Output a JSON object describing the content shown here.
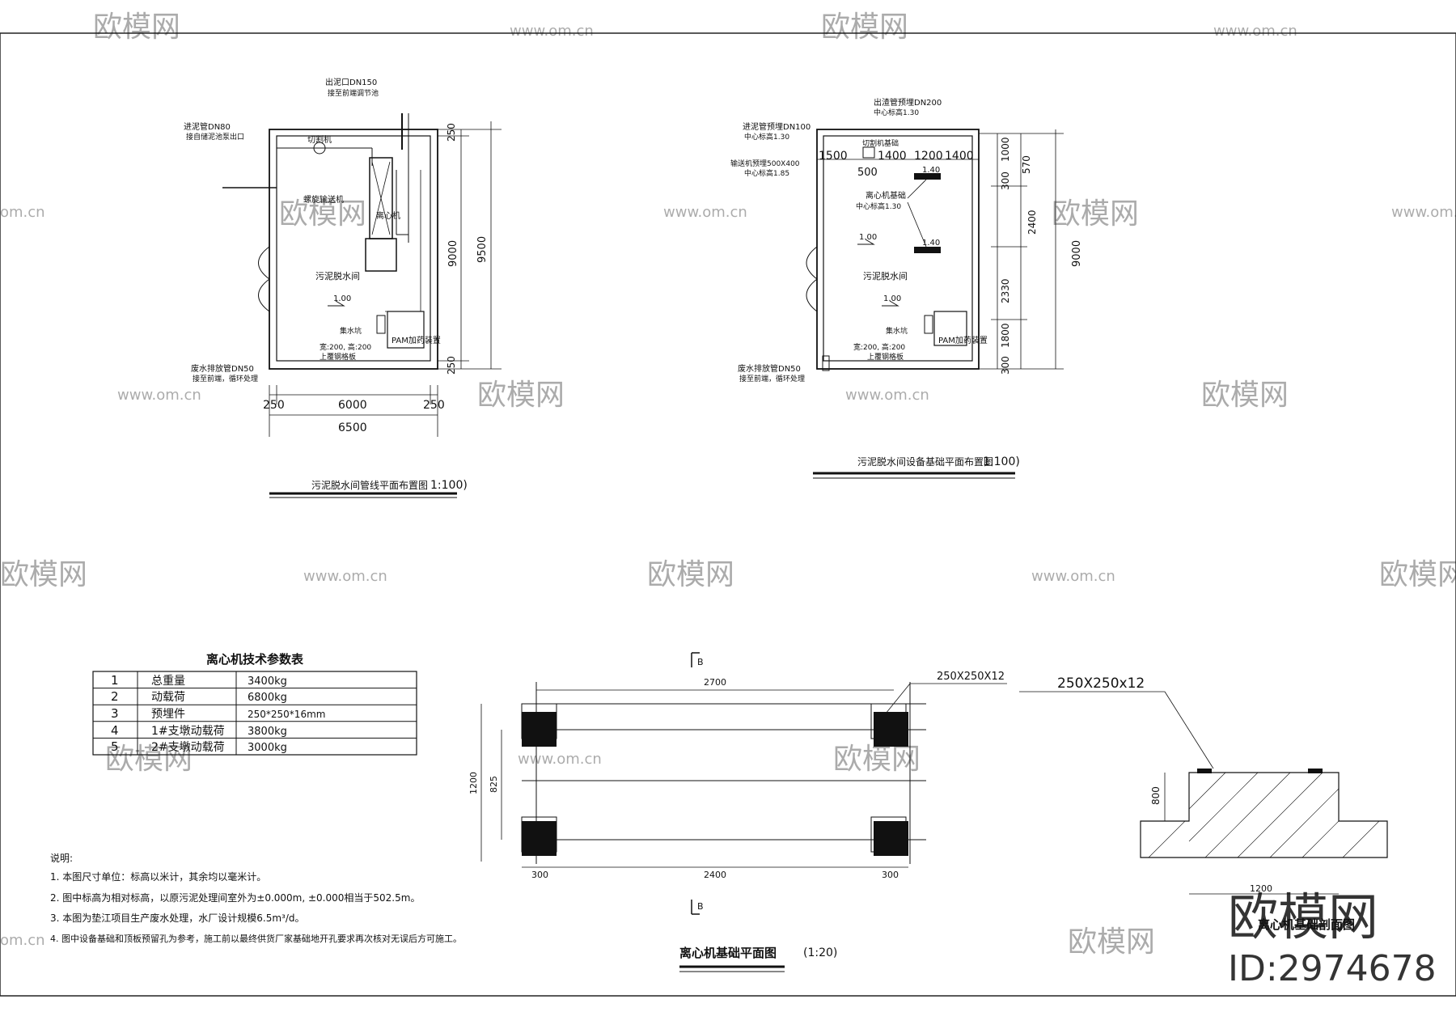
{
  "watermark": {
    "logo": "欧模网",
    "url": "www.om.cn",
    "url_short": "om.cn",
    "brand_big": "欧模网",
    "id_label": "ID:2974678"
  },
  "plan1": {
    "title": "污泥脱水间管线平面布置图",
    "scale": "1:100)",
    "notes": {
      "outlet": "出泥口DN150",
      "outlet2": "接至前端调节池",
      "inlet": "进泥管DN80",
      "inlet2": "接自储泥池泵出口",
      "cutter": "切割机",
      "screw": "螺旋输送机",
      "centrifuge": "离心机",
      "room": "污泥脱水间",
      "level": "1.00",
      "sump": "集水坑",
      "sump_dim": "宽:200, 高:200",
      "sump_cover": "上覆钢格板",
      "pam": "PAM加药装置",
      "drain": "废水排放管DN50",
      "drain2": "接至前端，循环处理"
    },
    "dims": {
      "w_left": "250",
      "w_mid": "6000",
      "w_right": "250",
      "w_total": "6500",
      "h_top": "250",
      "h_mid": "9000",
      "h_bot": "250",
      "h_total": "9500"
    }
  },
  "plan2": {
    "title": "污泥脱水间设备基础平面布置图",
    "scale": "1:100)",
    "notes": {
      "vent": "出渣管预埋DN200",
      "vent2": "中心标高1.30",
      "inlet": "进泥管预埋DN100",
      "inlet2": "中心标高1.30",
      "cutter_base": "切割机基础",
      "conveyor": "输送机预埋500X400",
      "conveyor2": "中心标高1.85",
      "centrifuge_base": "离心机基础",
      "centrifuge_base2": "中心标高1.30",
      "room": "污泥脱水间",
      "level": "1.00",
      "level2": "1.00",
      "base_h1": "1.40",
      "base_h2": "1.40",
      "sump": "集水坑",
      "sump_dim": "宽:200, 高:200",
      "sump_cover": "上覆钢格板",
      "pam": "PAM加药装置",
      "drain": "废水排放管DN50",
      "drain2": "接至前端，循环处理"
    },
    "dims": {
      "t1": "1500",
      "t2": "1400",
      "t3": "1200",
      "t4": "1400",
      "t5": "500",
      "r1": "1000",
      "r2": "300",
      "r3": "570",
      "r4": "2400",
      "r5": "2330",
      "r6": "1800",
      "r7": "300",
      "total": "9000"
    }
  },
  "table": {
    "title": "离心机技术参数表",
    "rows": [
      {
        "no": "1",
        "name": "总重量",
        "value": "3400kg"
      },
      {
        "no": "2",
        "name": "动载荷",
        "value": "6800kg"
      },
      {
        "no": "3",
        "name": "预埋件",
        "value": "250*250*16mm"
      },
      {
        "no": "4",
        "name": "1#支墩动载荷",
        "value": "3800kg"
      },
      {
        "no": "5",
        "name": "2#支墩动载荷",
        "value": "3000kg"
      }
    ]
  },
  "notes": {
    "heading": "说明:",
    "items": [
      "1. 本图尺寸单位：标高以米计，其余均以毫米计。",
      "2. 图中标高为相对标高，以原污泥处理间室外为±0.000m, ±0.000相当于502.5m。",
      "3. 本图为垫江项目生产废水处理，水厂设计规模6.5m³/d。",
      "4. 图中设备基础和顶板预留孔为参考，施工前以最终供货厂家基础地开孔要求再次核对无误后方可施工。"
    ]
  },
  "foundation": {
    "title": "离心机基础平面图",
    "scale": "(1:20)",
    "embed_label": "250X250X12",
    "section_mark": "B",
    "dims": {
      "top": "2700",
      "bottom_left": "300",
      "bottom_mid": "2400",
      "bottom_right": "300",
      "left_total": "1200",
      "left_inner": "825"
    }
  },
  "section": {
    "title": "离心机基础剖面图",
    "embed_label": "250X250x12",
    "height": "800",
    "width": "1200"
  }
}
